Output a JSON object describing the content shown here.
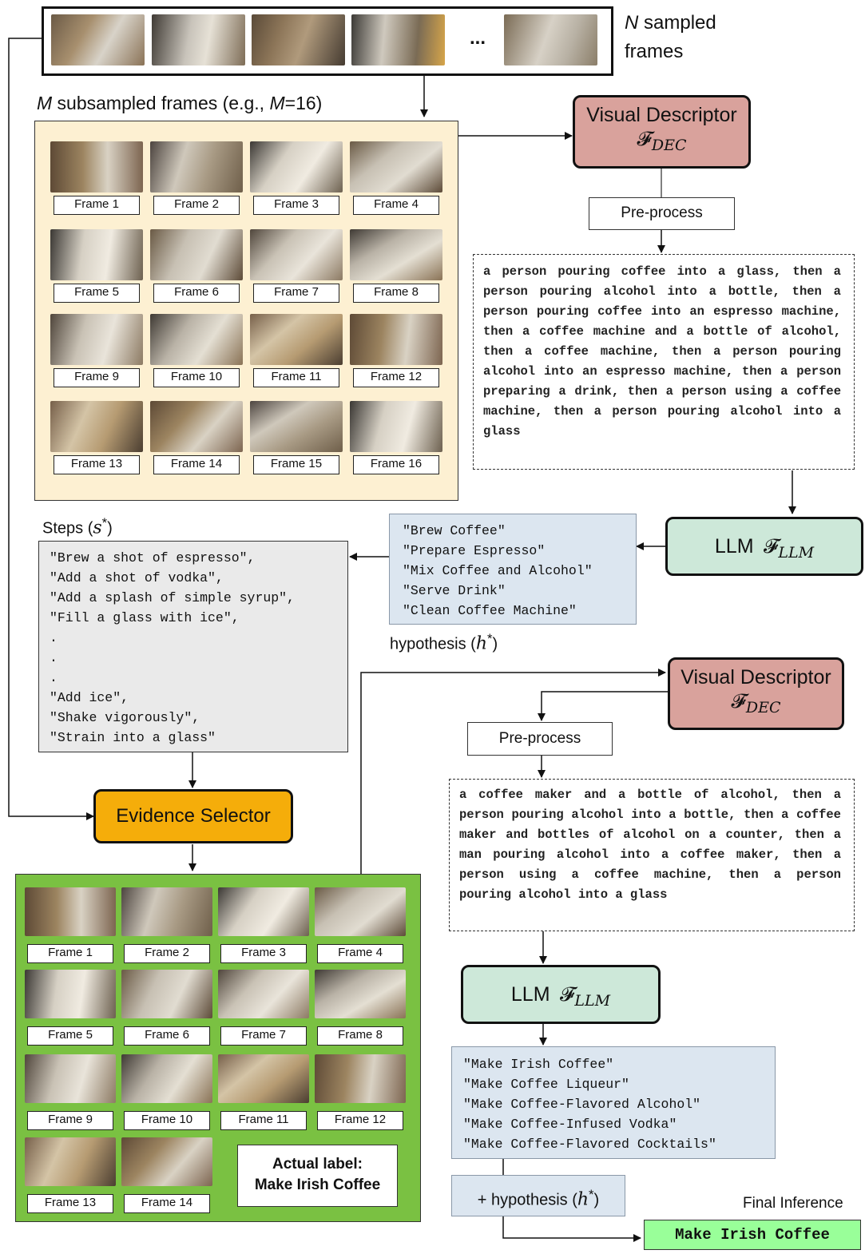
{
  "top": {
    "n_label_var": "N",
    "n_label_rest": " sampled",
    "n_label_line2": "frames",
    "ellipsis": "..."
  },
  "subsampled": {
    "label_var": "M",
    "label_rest1": " subsampled frames (e.g., ",
    "label_var2": "M",
    "label_rest2": "=16)",
    "frames": [
      "Frame 1",
      "Frame 2",
      "Frame 3",
      "Frame 4",
      "Frame 5",
      "Frame 6",
      "Frame 7",
      "Frame 8",
      "Frame 9",
      "Frame 10",
      "Frame 11",
      "Frame 12",
      "Frame 13",
      "Frame 14",
      "Frame 15",
      "Frame 16"
    ]
  },
  "visual_descriptor_1": {
    "title": "Visual Descriptor",
    "symbol": "𝓕",
    "subscript": "DEC"
  },
  "preprocess_1": "Pre-process",
  "description_1": "a person pouring coffee into a glass, then a person pouring alcohol into a bottle, then a person pouring coffee into an espresso machine, then a coffee machine and a bottle of alcohol, then a coffee machine, then a person pouring alcohol into an espresso machine, then a person preparing a drink, then a person using a coffee machine, then a person pouring alcohol into a glass",
  "llm_1": {
    "title": "LLM",
    "symbol": "𝓕",
    "subscript": "LLM"
  },
  "hypothesis_box": {
    "lines": [
      "\"Brew Coffee\"",
      "\"Prepare Espresso\"",
      "\"Mix Coffee and Alcohol\"",
      "\"Serve Drink\"",
      "\"Clean Coffee Machine\""
    ],
    "caption": "hypothesis (",
    "caption_var": "h",
    "caption_sup": "*",
    "caption_end": ")"
  },
  "steps": {
    "caption": "Steps (",
    "caption_var": "s",
    "caption_sup": "*",
    "caption_end": ")",
    "lines": [
      "\"Brew a shot of espresso\",",
      "\"Add a shot of vodka\",",
      "\"Add a splash of simple syrup\",",
      "\"Fill a glass with ice\",",
      ".",
      ".",
      ".",
      "\"Add ice\",",
      "\"Shake vigorously\",",
      "\"Strain into a glass\""
    ]
  },
  "evidence_selector": "Evidence Selector",
  "selected": {
    "frames": [
      "Frame 1",
      "Frame 2",
      "Frame 3",
      "Frame 4",
      "Frame 5",
      "Frame 6",
      "Frame 7",
      "Frame 8",
      "Frame 9",
      "Frame 10",
      "Frame 11",
      "Frame 12",
      "Frame 13",
      "Frame 14"
    ],
    "actual_label_line1": "Actual label:",
    "actual_label_line2": "Make Irish Coffee"
  },
  "visual_descriptor_2": {
    "title": "Visual Descriptor",
    "symbol": "𝓕",
    "subscript": "DEC"
  },
  "preprocess_2": "Pre-process",
  "description_2": "a coffee maker and a bottle of alcohol, then a person pouring alcohol into a bottle, then a coffee maker and bottles of alcohol on a counter, then a man pouring alcohol into a coffee maker, then a person using a coffee machine, then a person pouring alcohol into a glass",
  "llm_2": {
    "title": "LLM",
    "symbol": "𝓕",
    "subscript": "LLM"
  },
  "predictions": {
    "lines": [
      "\"Make Irish Coffee\"",
      "\"Make Coffee Liqueur\"",
      "\"Make Coffee-Flavored Alcohol\"",
      "\"Make Coffee-Infused Vodka\"",
      "\"Make Coffee-Flavored Cocktails\""
    ]
  },
  "plus_hypothesis": {
    "text": "+ hypothesis (",
    "var": "h",
    "sup": "*",
    "end": ")"
  },
  "final": {
    "caption": "Final Inference",
    "value": "Make Irish Coffee"
  },
  "colors": {
    "subsampled_bg": "#fdf0d2",
    "visual_descriptor": "#d9a29c",
    "llm": "#cde8d9",
    "hypothesis_bg": "#dce6f0",
    "steps_bg": "#eaeaea",
    "evidence_selector": "#f5ad0a",
    "selected_bg": "#7ac142",
    "final_bg": "#99ff99"
  }
}
